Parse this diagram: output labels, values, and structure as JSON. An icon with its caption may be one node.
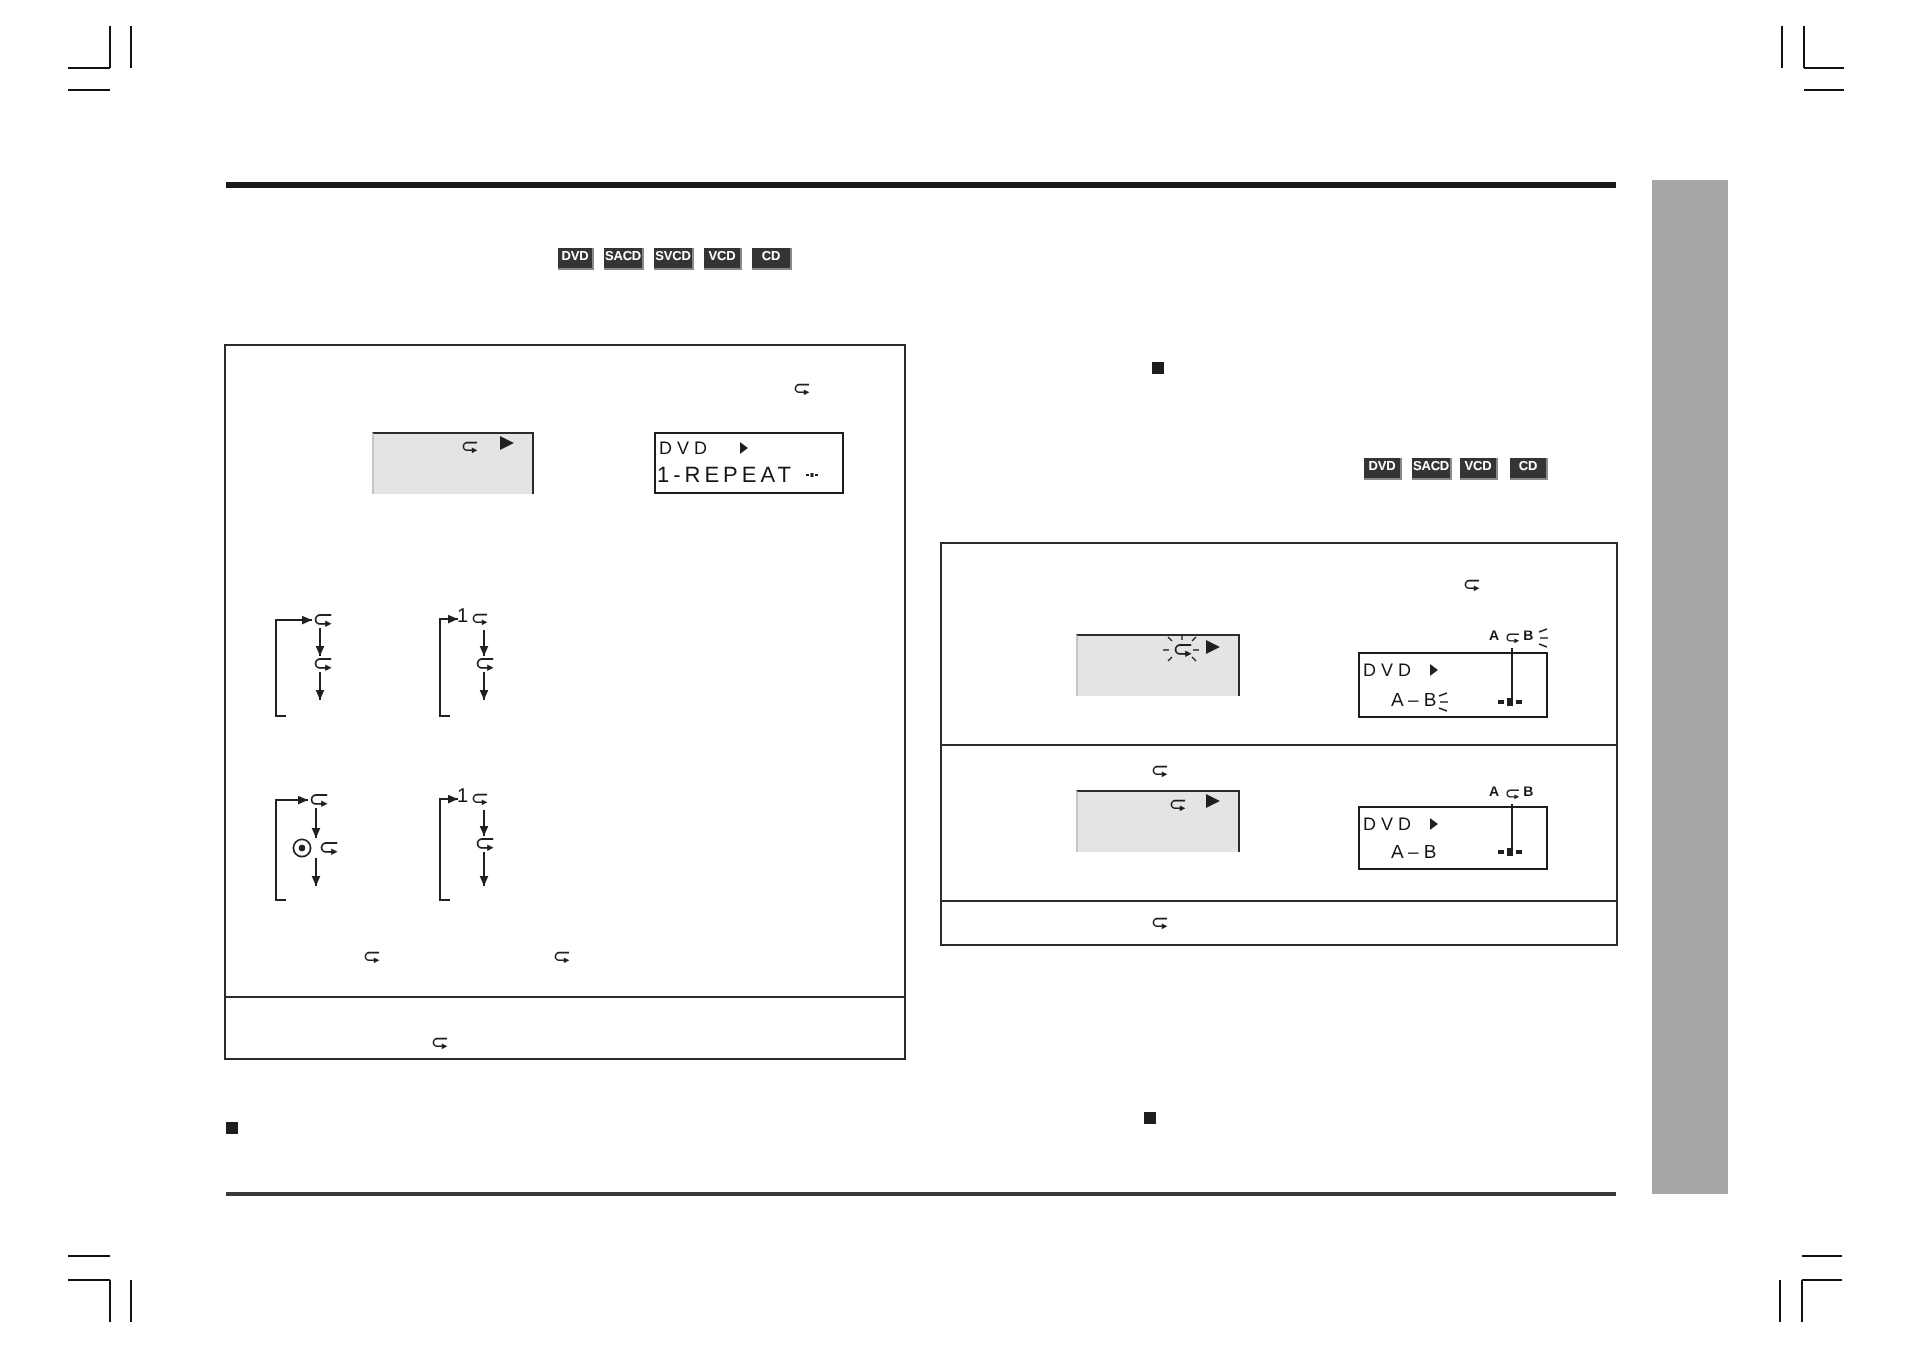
{
  "diagram": {
    "nodes": [
      {
        "text": [
          "DVD"
        ]
      },
      {
        "text": [
          "SACD"
        ]
      },
      {
        "text": [
          "SVCD"
        ]
      },
      {
        "text": [
          "VCD"
        ]
      },
      {
        "text": [
          "CD"
        ]
      },
      {
        "text": [],
        "shape": "box"
      },
      {
        "text": [],
        "shape": "box",
        "in": 5
      },
      {
        "text": [
          "DVD",
          "1-REPEAT"
        ],
        "in": 5
      },
      {
        "text": [],
        "shape": "picture",
        "in": 5
      },
      {
        "text": [],
        "shape": "picture",
        "in": 5
      },
      {
        "text": [
          "1"
        ],
        "in": 5
      },
      {
        "text": [],
        "shape": "picture",
        "in": 5
      },
      {
        "text": [],
        "shape": "picture",
        "in": 5
      },
      {
        "text": [],
        "shape": "picture",
        "in": 5
      },
      {
        "text": [
          "1"
        ],
        "in": 5
      },
      {
        "text": [],
        "shape": "picture",
        "in": 5
      },
      {
        "text": [
          "DVD"
        ]
      },
      {
        "text": [
          "SACD"
        ]
      },
      {
        "text": [
          "VCD"
        ]
      },
      {
        "text": [
          "CD"
        ]
      },
      {
        "text": [],
        "shape": "box"
      },
      {
        "text": [],
        "shape": "box",
        "in": 20
      },
      {
        "text": [
          "A",
          "B"
        ],
        "in": 20
      },
      {
        "text": [
          "DVD",
          "A – B"
        ],
        "in": 20
      },
      {
        "text": [],
        "shape": "mark",
        "in": 23
      },
      {
        "text": [],
        "shape": "box",
        "in": 20
      },
      {
        "text": [
          "A",
          "B"
        ],
        "in": 20
      },
      {
        "text": [
          "DVD",
          "A – B"
        ],
        "in": 20
      },
      {
        "text": [],
        "shape": "mark",
        "in": 27
      },
      {
        "text": [],
        "shape": "bar"
      }
    ],
    "edges": [
      {
        "from": 8,
        "to": 9,
        "arrow": "to"
      },
      {
        "from": 9,
        "to": null,
        "arrow": "to"
      },
      {
        "from": null,
        "to": 8,
        "arrow": "to"
      },
      {
        "from": 10,
        "to": 11,
        "arrow": "to"
      },
      {
        "from": 11,
        "to": null,
        "arrow": "to"
      },
      {
        "from": null,
        "to": 10,
        "arrow": "to"
      },
      {
        "from": 12,
        "to": 13,
        "arrow": "to"
      },
      {
        "from": 13,
        "to": null,
        "arrow": "to"
      },
      {
        "from": null,
        "to": 12,
        "arrow": "to"
      },
      {
        "from": 14,
        "to": 15,
        "arrow": "to"
      },
      {
        "from": 15,
        "to": null,
        "arrow": "to"
      },
      {
        "from": null,
        "to": 14,
        "arrow": "to"
      },
      {
        "from": 22,
        "to": 24,
        "arrow": "none"
      },
      {
        "from": 26,
        "to": 28,
        "arrow": "none"
      }
    ]
  }
}
